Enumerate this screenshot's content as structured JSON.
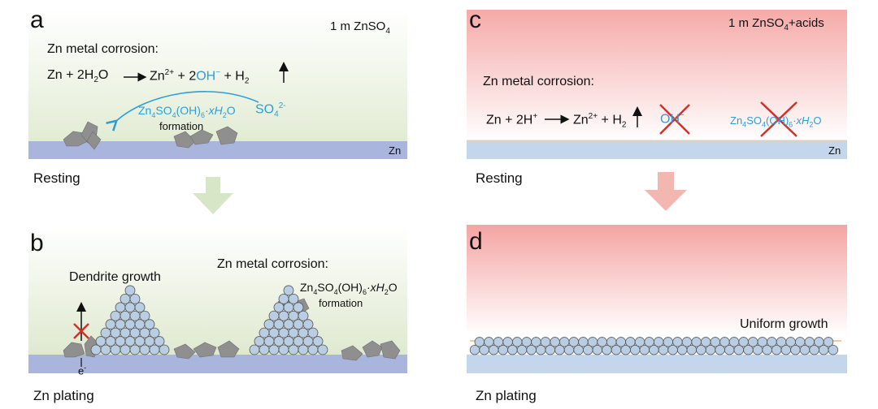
{
  "panels": {
    "a": {
      "letter": "a",
      "electrolyte": "1 m ZnSO",
      "electrolyte_sub": "4",
      "corrosion_title": "Zn metal corrosion:",
      "eq_left": "Zn + 2H",
      "eq_left_sub": "2",
      "eq_left_tail": "O",
      "eq_zn": "Zn",
      "eq_zn_sup": "2+",
      "eq_plus2": " + 2",
      "eq_oh": "OH",
      "eq_oh_sup": "−",
      "eq_h2": " + H",
      "eq_h2_sub": "2",
      "product_main": "Zn",
      "product_sub1": "4",
      "product_mid": "SO",
      "product_sub2": "4",
      "product_mid2": "(OH)",
      "product_sub3": "6",
      "product_tail": "·xH",
      "product_sub4": "2",
      "product_end": "O",
      "formation": "formation",
      "sulfate": "SO",
      "sulfate_sub": "4",
      "sulfate_sup": "2-",
      "substrate": "Zn",
      "caption": "Resting"
    },
    "b": {
      "letter": "b",
      "dendrite": "Dendrite growth",
      "corrosion_title": "Zn metal corrosion:",
      "product_main": "Zn",
      "product_sub1": "4",
      "product_mid": "SO",
      "product_sub2": "4",
      "product_mid2": "(OH)",
      "product_sub3": "6",
      "product_tail": "·xH",
      "product_sub4": "2",
      "product_end": "O",
      "formation": "formation",
      "electron": "e",
      "electron_sup": "-",
      "caption": "Zn plating"
    },
    "c": {
      "letter": "c",
      "electrolyte": "1 m ZnSO",
      "electrolyte_sub": "4",
      "electrolyte_tail": "+acids",
      "corrosion_title": "Zn metal corrosion:",
      "eq_left": "Zn + 2H",
      "eq_left_sup": "+",
      "eq_zn": "Zn",
      "eq_zn_sup": "2+",
      "eq_h2": " + H",
      "eq_h2_sub": "2",
      "oh": "OH",
      "oh_sup": "−",
      "product_main": "Zn",
      "product_sub1": "4",
      "product_mid": "SO",
      "product_sub2": "4",
      "product_mid2": "(OH)",
      "product_sub3": "6",
      "product_tail": "·xH",
      "product_sub4": "2",
      "product_end": "O",
      "substrate": "Zn",
      "caption": "Resting"
    },
    "d": {
      "letter": "d",
      "uniform": "Uniform growth",
      "caption": "Zn plating"
    }
  },
  "colors": {
    "green_top": "#ffffff",
    "green_bottom": "#e3edd5",
    "red_top": "#f5aeab",
    "red_bottom": "#ffffff",
    "substrate_a": "#a9b5dc",
    "substrate_c": "#c4d6ec",
    "flake": "#8f8f8f",
    "sphere": "#b9cde3",
    "sphere_stroke": "#555555",
    "accent_blue": "#2b9fd6",
    "cross_red": "#d4302a",
    "arrow_green": "#d8e6c8",
    "arrow_red": "#f3b7b2"
  }
}
